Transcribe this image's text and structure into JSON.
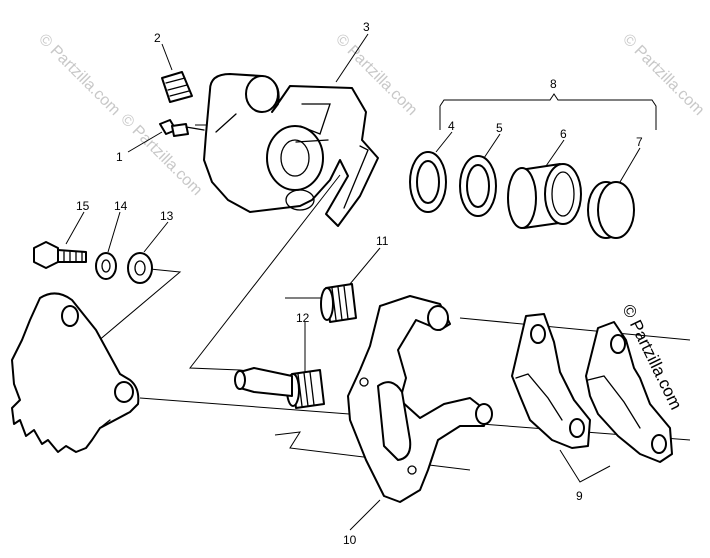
{
  "diagram": {
    "watermark_text": "© Partzilla.com",
    "watermark_color": "#c8c8c8",
    "line_color": "#000000",
    "background_color": "#ffffff",
    "callouts": {
      "c1": "1",
      "c2": "2",
      "c3": "3",
      "c4": "4",
      "c5": "5",
      "c6": "6",
      "c7": "7",
      "c8": "8",
      "c9": "9",
      "c10": "10",
      "c11": "11",
      "c12": "12",
      "c13": "13",
      "c14": "14",
      "c15": "15"
    }
  }
}
